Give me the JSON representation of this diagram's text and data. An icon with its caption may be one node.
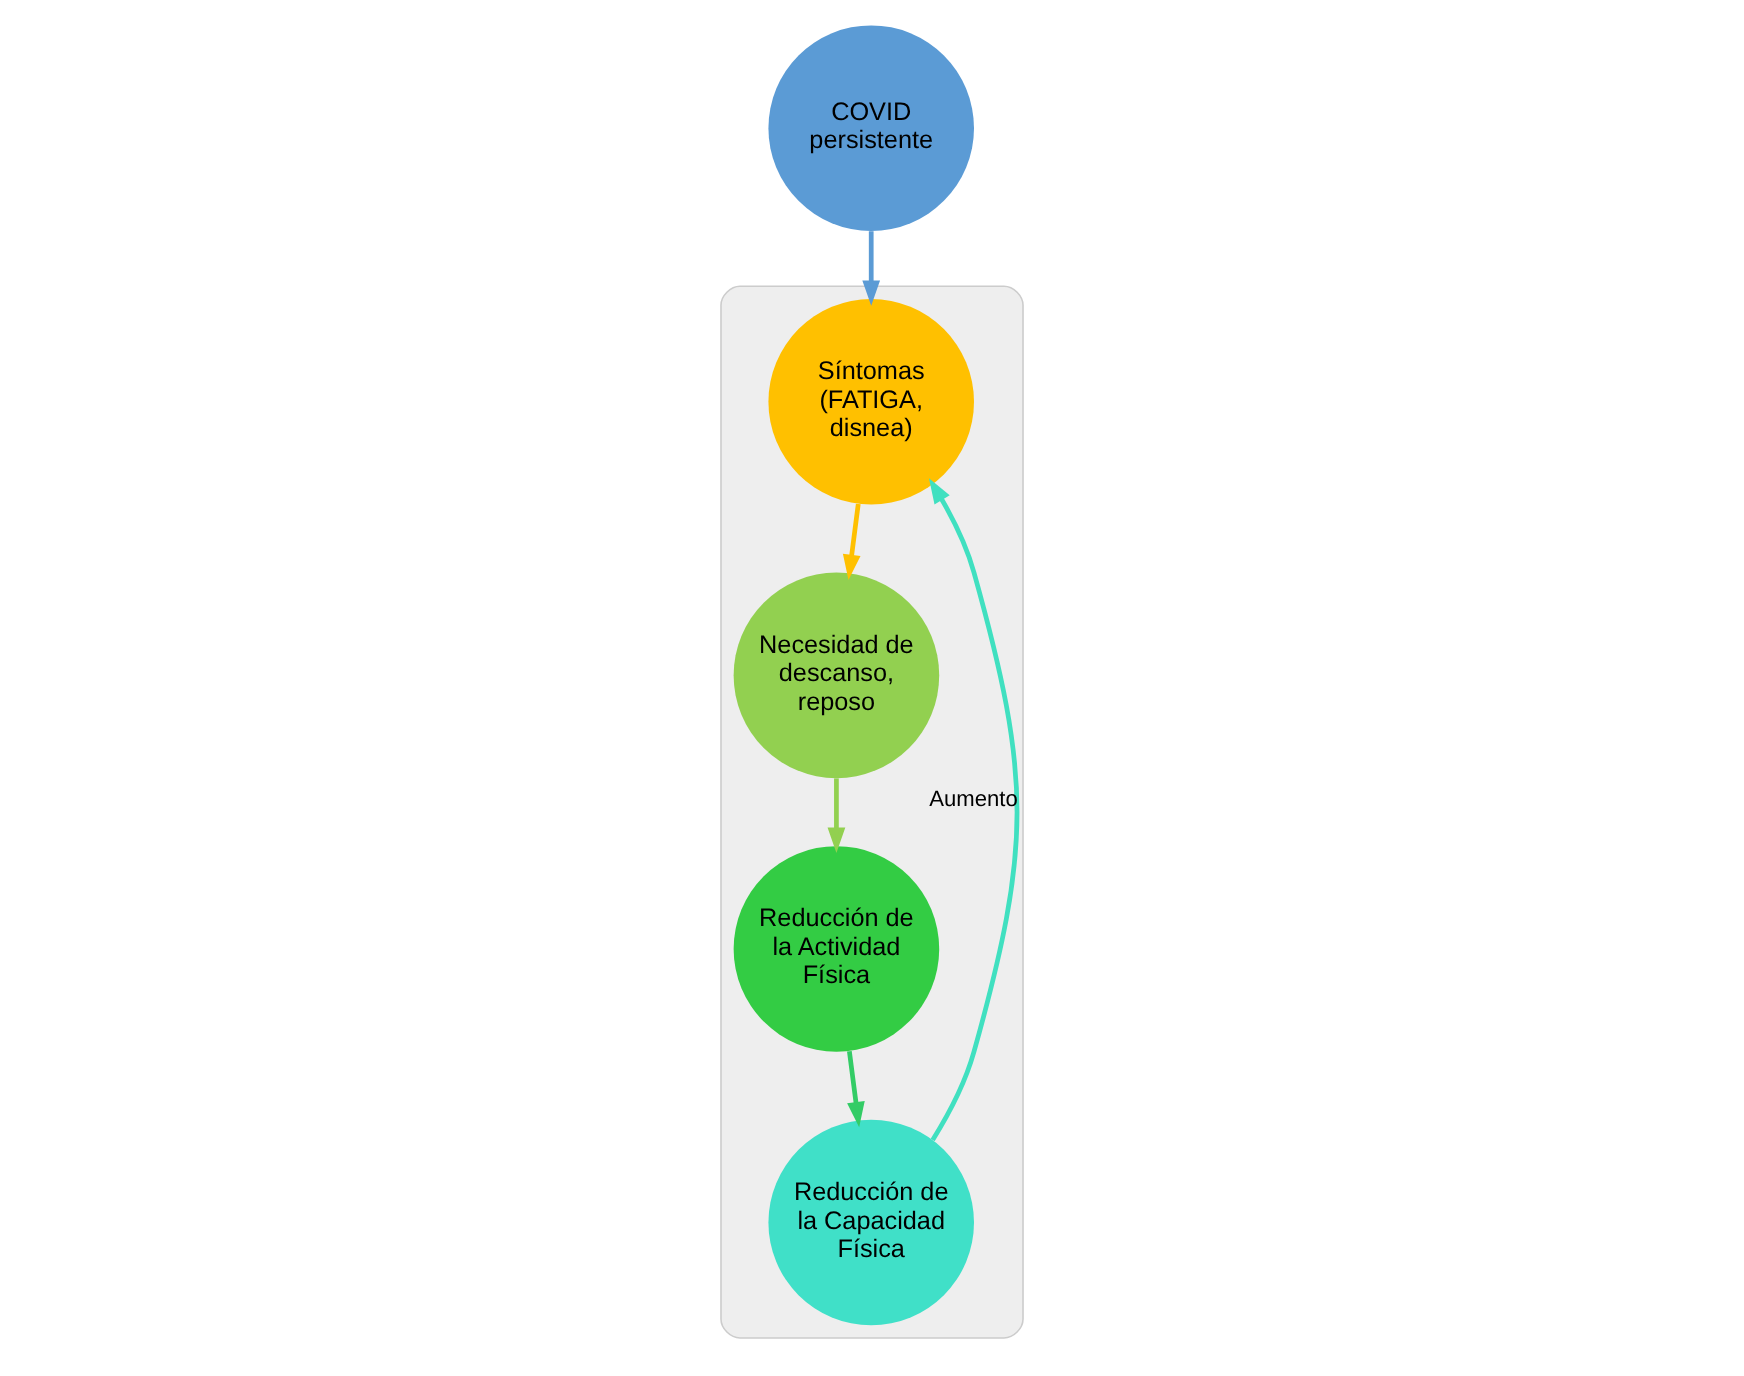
{
  "diagram": {
    "nodes": [
      {
        "text": [
          "COVID persistente"
        ]
      },
      {
        "text": [],
        "shape": "ellipse"
      },
      {
        "text": [
          "Síntomas",
          "(FATIGA, disnea)"
        ],
        "in": 1
      },
      {
        "text": [
          "Necesidad de descanso, reposo"
        ],
        "in": 1
      },
      {
        "text": [
          "Reducción de la Actividad Física"
        ],
        "in": 1
      },
      {
        "text": [
          "Reducción de la Capacidad Física"
        ],
        "in": 1
      }
    ],
    "edges": [
      {
        "from": 0,
        "to": 2,
        "arrow": "to",
        "color": "#5b9bd5"
      },
      {
        "from": 2,
        "to": 3,
        "arrow": "to",
        "color": "#ffc000"
      },
      {
        "from": 3,
        "to": 4,
        "arrow": "to",
        "color": "#92d050"
      },
      {
        "from": 4,
        "to": 5,
        "arrow": "to",
        "color": "#33cc66"
      },
      {
        "from": 5,
        "to": 2,
        "arrow": "to",
        "label": "Aumento",
        "color": "#40e0c0"
      }
    ]
  }
}
